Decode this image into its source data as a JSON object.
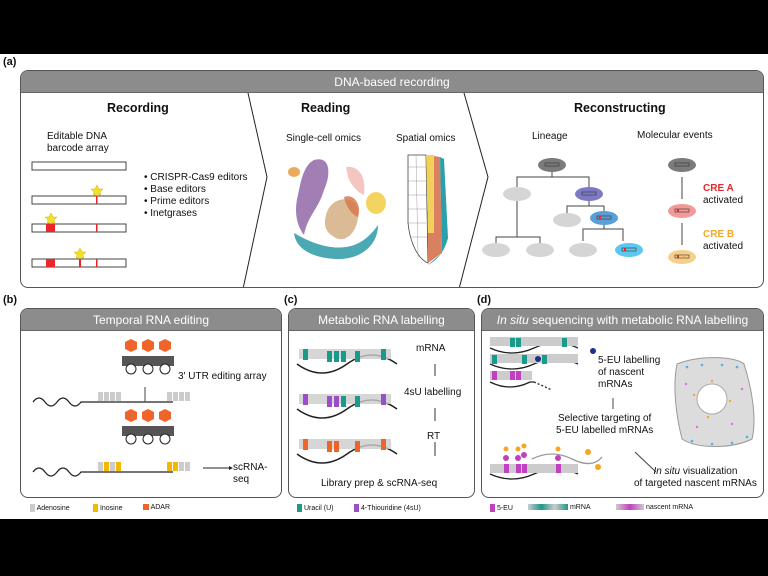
{
  "panel_a": {
    "label": "(a)",
    "header": "DNA-based recording",
    "recording": {
      "title": "Recording",
      "barcode_label_1": "Editable DNA",
      "barcode_label_2": "barcode array",
      "editors": [
        "CRISPR-Cas9 editors",
        "Base editors",
        "Prime editors",
        "Inetgrases"
      ]
    },
    "reading": {
      "title": "Reading",
      "single_cell": "Single-cell omics",
      "spatial": "Spatial omics"
    },
    "reconstructing": {
      "title": "Reconstructing",
      "lineage": "Lineage",
      "molecular": "Molecular events",
      "cre_a": "CRE A",
      "cre_b": "CRE B",
      "activated": "activated"
    }
  },
  "panel_b": {
    "label": "(b)",
    "header": "Temporal RNA editing",
    "array_label": "3' UTR editing array",
    "output": "scRNA-seq",
    "legend": [
      "Adenosine",
      "Inosine",
      "ADAR"
    ]
  },
  "panel_c": {
    "label": "(c)",
    "header": "Metabolic RNA labelling",
    "steps": [
      "mRNA",
      "4sU labelling",
      "RT",
      "Library prep & scRNA-seq"
    ],
    "legend": [
      "Uracil (U)",
      "4-Thiouridine (4sU)"
    ]
  },
  "panel_d": {
    "label": "(d)",
    "header_italic": "In situ",
    "header_rest": " sequencing with metabolic RNA labelling",
    "step1": [
      "5-EU labelling",
      "of nascent",
      "mRNAs"
    ],
    "step2": [
      "Selective targeting of",
      "5-EU labelled mRNAs"
    ],
    "step3_italic": "In situ",
    "step3_rest": " visualization",
    "step3_line2": "of targeted nascent mRNAs",
    "legend": [
      "5-EU",
      "mRNA",
      "nascent mRNA"
    ]
  },
  "colors": {
    "header": "#8c8c8c",
    "edit_red": "#e8262b",
    "star": "#f5e020",
    "cre_a": "#e8262b",
    "cre_b": "#f5a623",
    "uracil": "#1a9a8a",
    "thio": "#9b4fc7",
    "adar": "#f0642a",
    "inosine": "#f5b800",
    "eu": "#c040c0"
  }
}
